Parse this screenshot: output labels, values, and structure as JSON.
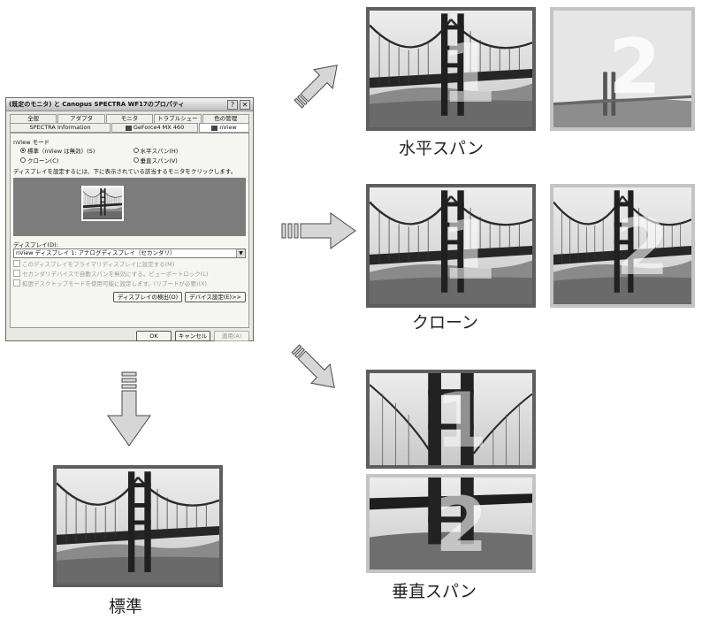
{
  "dialog": {
    "title": "(既定のモニタ) と Canopus SPECTRA WF17のプロパティ",
    "help_btn": "?",
    "close_btn": "✕",
    "tabs_row1": [
      "全般",
      "アダプタ",
      "モニタ",
      "トラブルシューティング",
      "色の管理"
    ],
    "tabs_row2": [
      "SPECTRA Information",
      "GeForce4 MX 460",
      "nView"
    ],
    "mode_group_label": "nView モード",
    "radio_standard": "標準（nView は無効）(S)",
    "radio_horizontal": "水平スパン(H)",
    "radio_clone": "クローン(C)",
    "radio_vertical": "垂直スパン(V)",
    "instruction": "ディスプレイを設定するには、下に表示されている該当するモニタをクリックします。",
    "display_label": "ディスプレイ(D):",
    "display_select": "nView ディスプレイ 1: アナログディスプレイ（セカンダリ）",
    "check1": "このディスプレイをプライマリディスプレイに設定する(M)",
    "check2": "セカンダリデバイスで自動スパンを無効にする。ビューポートロック(L)",
    "check3": "拡張デスクトップモードを使用可能に設定します。(リブートが必要)(X)",
    "detect_btn": "ディスプレイの検出(O)",
    "device_btn": "デバイス設定(E)>>",
    "ok": "OK",
    "cancel": "キャンセル",
    "apply": "適用(A)"
  },
  "captions": {
    "horizontal": "水平スパン",
    "clone": "クローン",
    "vertical": "垂直スパン",
    "standard": "標準"
  },
  "panel_numbers": {
    "one": "1",
    "two": "2"
  },
  "colors": {
    "dark_frame": "#5e5e5e",
    "light_frame": "#c4c4c4",
    "arrow_fill": "#d6d6d6",
    "arrow_stroke": "#4a4a4a"
  }
}
